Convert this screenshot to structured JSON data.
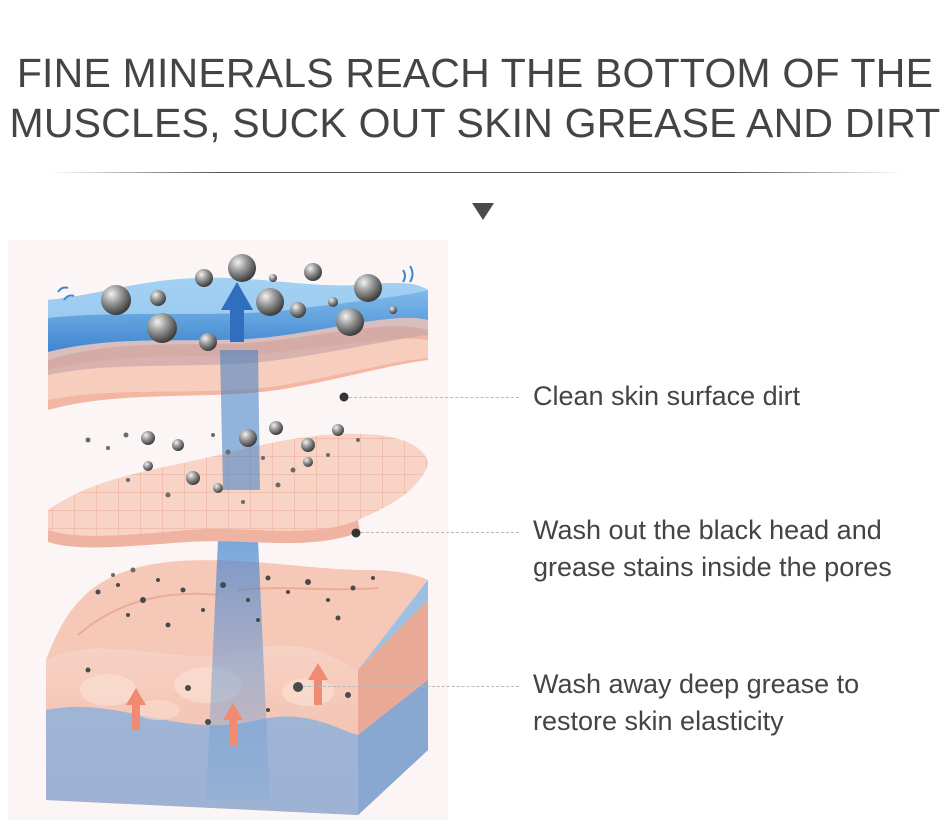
{
  "headline": {
    "line1": "FINE MINERALS REACH THE BOTTOM OF THE",
    "line2": "MUSCLES, SUCK OUT SKIN GREASE AND DIRT"
  },
  "callouts": [
    {
      "lines": [
        "Clean skin surface dirt"
      ]
    },
    {
      "lines": [
        "Wash out the black head and",
        "grease stains inside the pores"
      ]
    },
    {
      "lines": [
        "Wash away deep grease to",
        "restore skin elasticity"
      ]
    }
  ],
  "colors": {
    "text": "#444444",
    "water_blue": "#5b9fd8",
    "skin_pink": "#f4c2b2",
    "deep_blue": "#6f9ccc",
    "mineral_gray": "#8a8a8a"
  },
  "icons": [
    "down-arrow-icon",
    "mineral-particle-icon",
    "up-arrow-icon"
  ]
}
